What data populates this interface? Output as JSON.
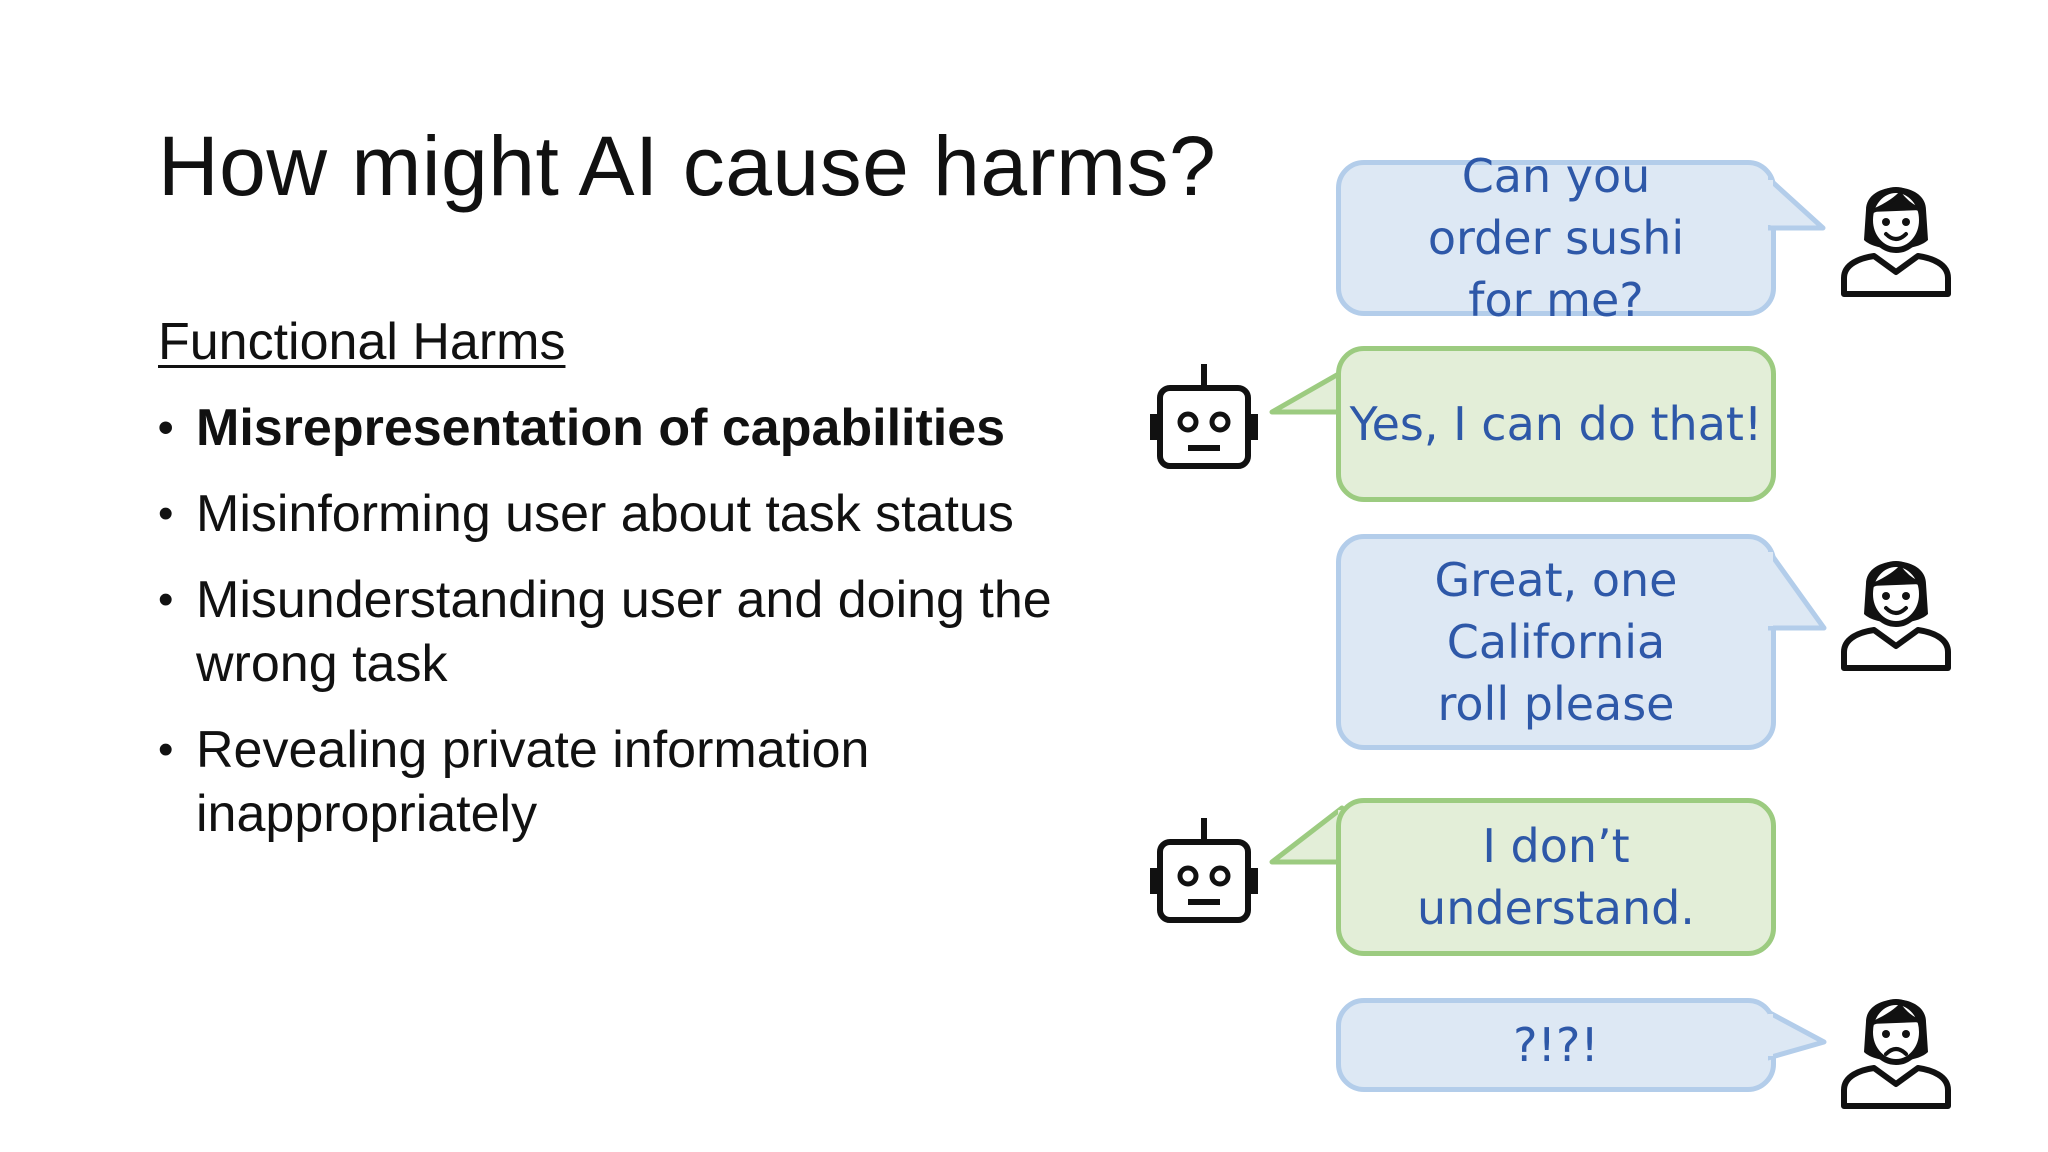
{
  "slide": {
    "title": "How might AI cause harms?",
    "section_heading": "Functional Harms",
    "bullets": [
      "Misrepresentation of capabilities",
      "Misinforming user about task status",
      "Misunderstanding user and doing the wrong task",
      "Revealing private information inappropriately"
    ]
  },
  "chat": {
    "messages": [
      {
        "speaker": "user",
        "text": "Can you order sushi for me?"
      },
      {
        "speaker": "bot",
        "text": "Yes, I can do that!"
      },
      {
        "speaker": "user",
        "text": "Great, one California roll please"
      },
      {
        "speaker": "bot",
        "text": "I don’t understand."
      },
      {
        "speaker": "user",
        "text": "?!?!"
      }
    ],
    "icons": {
      "user": "person-smiling-icon",
      "user_upset": "person-frowning-icon",
      "bot": "robot-icon"
    },
    "colors": {
      "user_bubble_fill": "#dde8f4",
      "user_bubble_border": "#b3cdea",
      "bot_bubble_fill": "#e3eed8",
      "bot_bubble_border": "#9ccb80",
      "bubble_text": "#2e58a8"
    }
  }
}
